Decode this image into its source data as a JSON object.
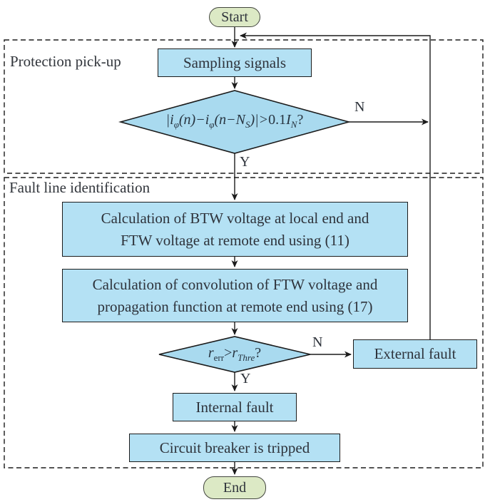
{
  "colors": {
    "process_fill": "#b4e1f4",
    "decision_fill": "#a9daef",
    "terminal_fill": "#dce9c5",
    "line": "#1b1b1b",
    "text": "#2e333b"
  },
  "sections": {
    "pickup": {
      "label": "Protection pick-up"
    },
    "fault_id": {
      "label": "Fault line identification"
    }
  },
  "nodes": {
    "start": "Start",
    "sampling": "Sampling signals",
    "calc1": {
      "line1": "Calculation of BTW voltage at local end and",
      "line2": "FTW voltage at remote end using (11)"
    },
    "calc2": {
      "line1": "Calculation of convolution of FTW voltage and",
      "line2": "propagation function at remote end using (17)"
    },
    "external": "External fault",
    "internal": "Internal fault",
    "breaker": "Circuit breaker is tripped",
    "end": "End"
  },
  "decision1": {
    "a": "|i",
    "b": "φ",
    "c": "(n)−i",
    "d": "φ",
    "e": "(n−N",
    "f": "S",
    "g": ")|>",
    "h": "0.1",
    "i": "I",
    "j": "N",
    "k": "?",
    "yes": "Y",
    "no": "N"
  },
  "decision2": {
    "a": "r",
    "b": "err",
    "c": ">",
    "d": "r",
    "e": "Thre",
    "f": "?",
    "yes": "Y",
    "no": "N"
  }
}
